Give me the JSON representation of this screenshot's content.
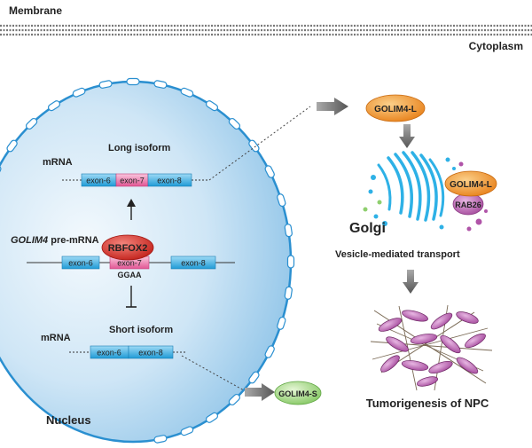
{
  "labels": {
    "membrane": "Membrane",
    "cytoplasm": "Cytoplasm",
    "nucleus": "Nucleus",
    "golgi": "Golgi",
    "vesicle_transport": "Vesicle-mediated transport",
    "tumorigenesis": "Tumorigenesis of NPC"
  },
  "long_isoform": {
    "title": "Long isoform",
    "mrna": "mRNA",
    "exons": [
      "exon-6",
      "exon-7",
      "exon-8"
    ]
  },
  "pre_mrna": {
    "gene": "GOLIM4",
    "suffix": " pre-mRNA",
    "exons": [
      "exon-6",
      "exon-7",
      "exon-8"
    ],
    "motif": "GGAA",
    "splicing_factor": "RBFOX2"
  },
  "short_isoform": {
    "title": "Short isoform",
    "mrna": "mRNA",
    "exons": [
      "exon-6",
      "exon-8"
    ]
  },
  "proteins": {
    "long": "GOLIM4-L",
    "long_at_golgi": "GOLIM4-L",
    "rab": "RAB26",
    "short": "GOLIM4-S"
  },
  "colors": {
    "exon": "#2da9e1",
    "exon_alt": "#e85a9a",
    "exon_alt_light": "#f6b7d4",
    "rbfox2": "#d9302a",
    "golim4_l": "#f0922a",
    "golim4_s": "#8fcf6e",
    "rab26": "#b054a8",
    "golgi": "#2eb1e6",
    "nucleus": "#c7e2f6",
    "tumor": "#9b3b86"
  }
}
